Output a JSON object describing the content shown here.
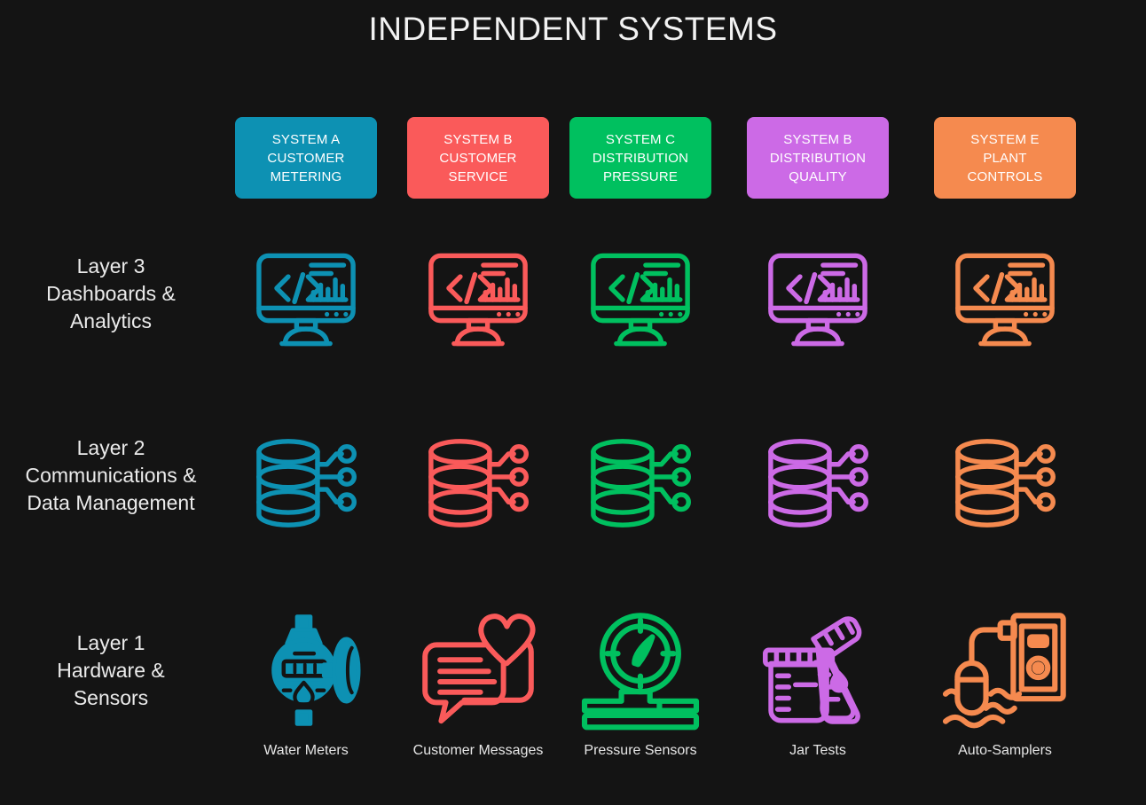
{
  "title": "INDEPENDENT SYSTEMS",
  "background_color": "#141414",
  "columns": [
    {
      "id": "system-a",
      "color": "#0d91b3",
      "card_lines": [
        "SYSTEM A",
        "CUSTOMER",
        "METERING"
      ],
      "layer3_icon": "dashboard-monitor-icon",
      "layer2_icon": "database-network-icon",
      "layer1_icon": "water-meter-icon",
      "caption": "Water Meters"
    },
    {
      "id": "system-b-customer-service",
      "color": "#fa5a5a",
      "card_lines": [
        "SYSTEM B",
        "CUSTOMER",
        "SERVICE"
      ],
      "layer3_icon": "dashboard-monitor-icon",
      "layer2_icon": "database-network-icon",
      "layer1_icon": "customer-messages-icon",
      "caption": "Customer Messages"
    },
    {
      "id": "system-c",
      "color": "#00c05f",
      "card_lines": [
        "SYSTEM C",
        "DISTRIBUTION",
        "PRESSURE"
      ],
      "layer3_icon": "dashboard-monitor-icon",
      "layer2_icon": "database-network-icon",
      "layer1_icon": "pressure-gauge-icon",
      "caption": "Pressure Sensors"
    },
    {
      "id": "system-b-distribution-quality",
      "color": "#cc6ae6",
      "card_lines": [
        "SYSTEM B",
        "DISTRIBUTION",
        "QUALITY"
      ],
      "layer3_icon": "dashboard-monitor-icon",
      "layer2_icon": "database-network-icon",
      "layer1_icon": "jar-test-icon",
      "caption": "Jar Tests"
    },
    {
      "id": "system-e",
      "color": "#f58a4f",
      "card_lines": [
        "SYSTEM E",
        "PLANT",
        "CONTROLS"
      ],
      "layer3_icon": "dashboard-monitor-icon",
      "layer2_icon": "database-network-icon",
      "layer1_icon": "auto-sampler-icon",
      "caption": "Auto-Samplers"
    }
  ],
  "rows": [
    {
      "id": "layer-3",
      "lines": [
        "Layer 3",
        "Dashboards &",
        "Analytics"
      ]
    },
    {
      "id": "layer-2",
      "lines": [
        "Layer 2",
        "Communications &",
        "Data Management"
      ]
    },
    {
      "id": "layer-1",
      "lines": [
        "Layer 1",
        "Hardware &",
        "Sensors"
      ]
    }
  ]
}
